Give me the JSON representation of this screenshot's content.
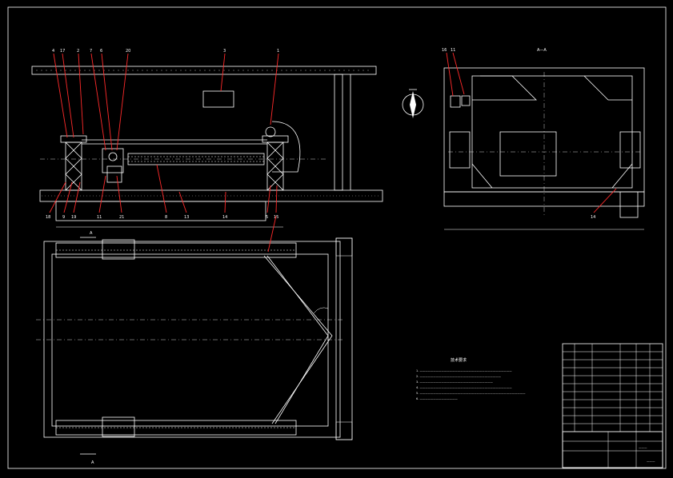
{
  "drawing": {
    "section_label": "A—A",
    "section_marker": "A",
    "tech_title": "技术要求",
    "notes": [
      "1. ——————————————————————————————————",
      "2. ——————————————————————————————",
      "3. ———————————————————————————",
      "4. ——————————————————————————————————",
      "5. ———————————————————————————————————————",
      "6. ——————————————"
    ],
    "balloons_top": [
      "4",
      "17",
      "2",
      "7",
      "6",
      "20",
      "3",
      "1"
    ],
    "balloons_bottom": [
      "18",
      "9",
      "19",
      "11",
      "21",
      "8",
      "13",
      "14",
      "5",
      "15"
    ],
    "balloons_section": [
      "16",
      "11",
      "14"
    ],
    "title_block": {
      "product": "———",
      "scale": "———"
    }
  },
  "colors": {
    "background": "#000000",
    "line": "#ffffff",
    "leader": "#ff2a2a"
  }
}
